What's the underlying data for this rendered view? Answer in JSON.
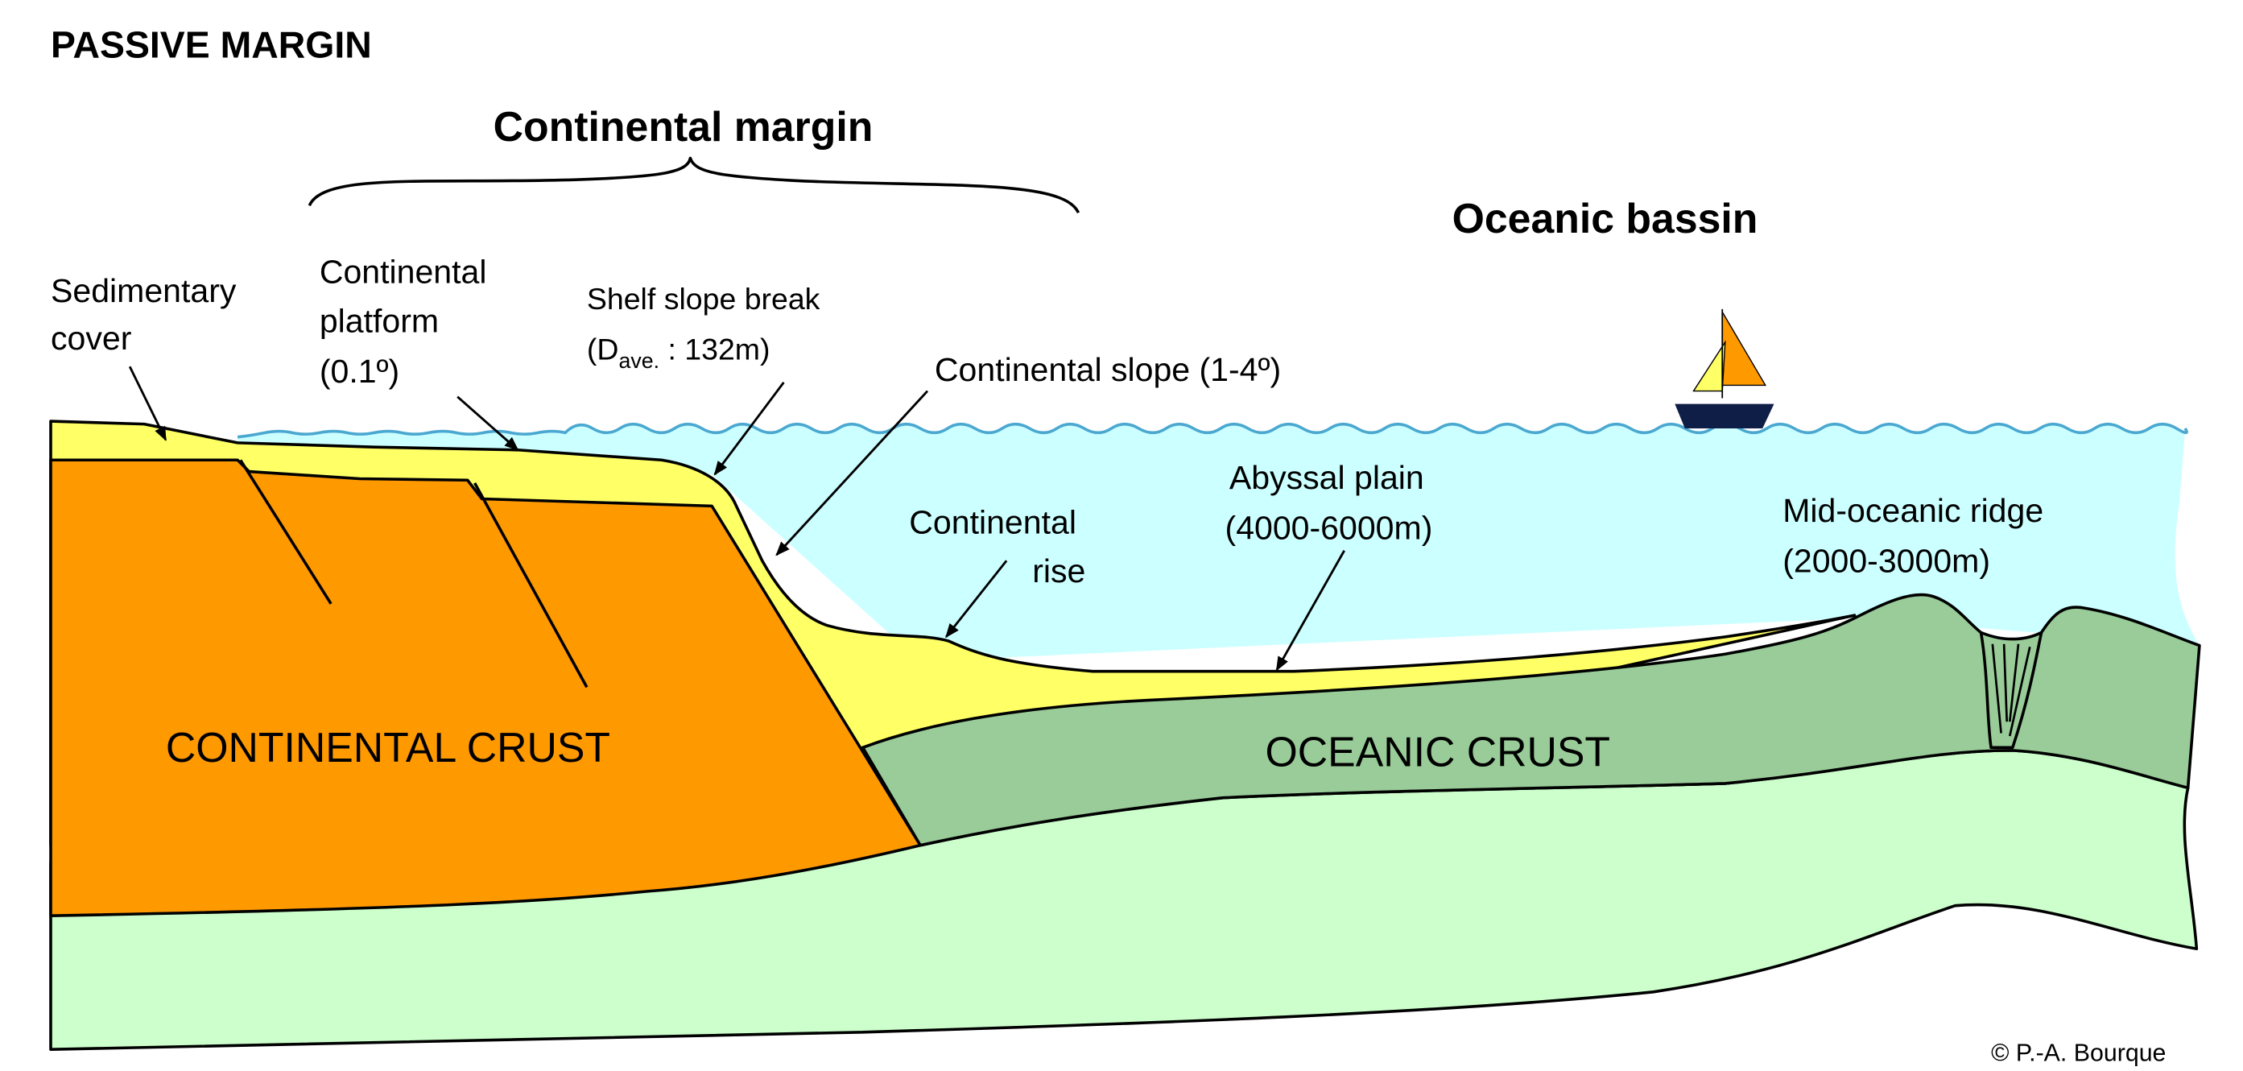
{
  "title": "PASSIVE MARGIN",
  "headings": {
    "continental_margin": "Continental margin",
    "oceanic_basin": "Oceanic bassin"
  },
  "labels": {
    "sedimentary_cover": [
      "Sedimentary",
      "cover"
    ],
    "continental_platform": [
      "Continental",
      "platform",
      "(0.1º)"
    ],
    "shelf_slope_break": {
      "line1": "Shelf slope break",
      "prefix": "(D",
      "subscript": "ave.",
      "suffix": " : 132m)"
    },
    "continental_slope": "Continental slope (1-4º)",
    "continental_rise": [
      "Continental",
      "rise"
    ],
    "abyssal_plain": [
      "Abyssal plain",
      "(4000-6000m)"
    ],
    "mid_oceanic_ridge": [
      "Mid-oceanic ridge",
      "(2000-3000m)"
    ],
    "continental_crust": "CONTINENTAL CRUST",
    "oceanic_crust": "OCEANIC CRUST"
  },
  "credit": "© P.-A. Bourque",
  "colors": {
    "water": "#ccffff",
    "wave": "#4aa8d0",
    "sediment": "#ffff66",
    "continental_crust": "#ff9900",
    "oceanic_crust": "#99cc99",
    "mantle": "#ccffcc",
    "hull": "#0f1e46"
  }
}
